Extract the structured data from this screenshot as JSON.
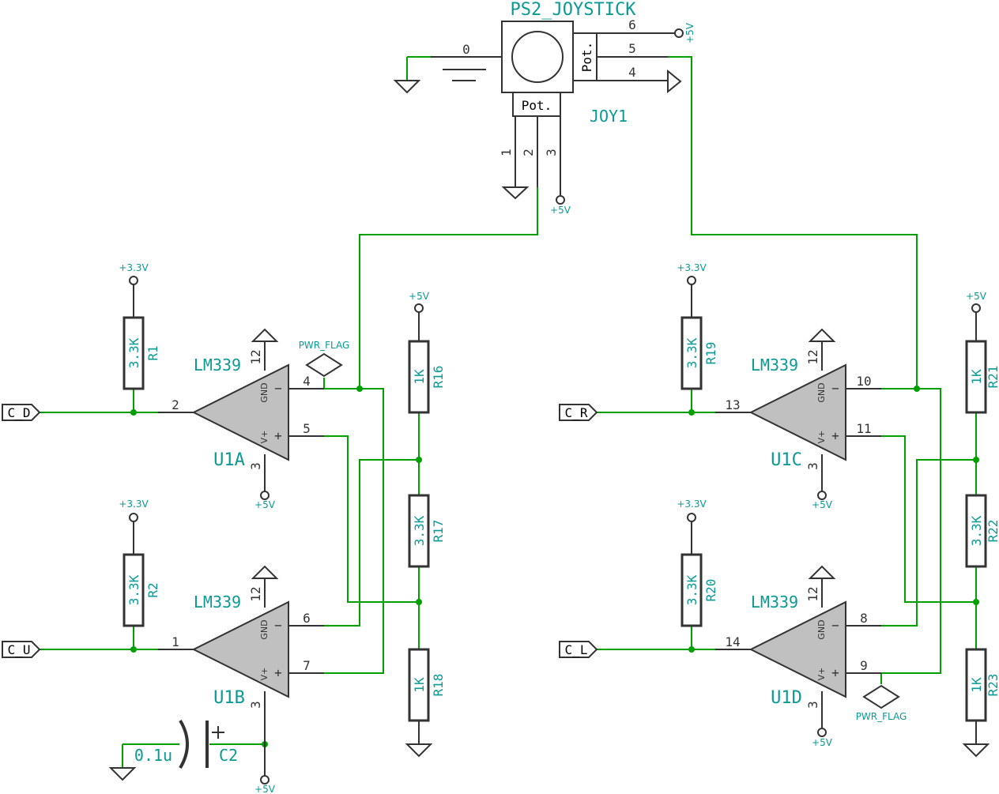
{
  "joystick": {
    "name": "PS2_JOYSTICK",
    "ref": "JOY1",
    "pot_label": "Pot.",
    "pins": {
      "p0": "0",
      "p1": "1",
      "p2": "2",
      "p3": "3",
      "p4": "4",
      "p5": "5",
      "p6": "6"
    }
  },
  "power": {
    "v5": "+5V",
    "v33": "+3.3V",
    "pwr_flag": "PWR_FLAG"
  },
  "resistors": {
    "R1": {
      "ref": "R1",
      "value": "3.3K"
    },
    "R2": {
      "ref": "R2",
      "value": "3.3K"
    },
    "R16": {
      "ref": "R16",
      "value": "1K"
    },
    "R17": {
      "ref": "R17",
      "value": "3.3K"
    },
    "R18": {
      "ref": "R18",
      "value": "1K"
    },
    "R19": {
      "ref": "R19",
      "value": "3.3K"
    },
    "R20": {
      "ref": "R20",
      "value": "3.3K"
    },
    "R21": {
      "ref": "R21",
      "value": "1K"
    },
    "R22": {
      "ref": "R22",
      "value": "3.3K"
    },
    "R23": {
      "ref": "R23",
      "value": "1K"
    }
  },
  "capacitor": {
    "ref": "C2",
    "value": "0.1u"
  },
  "opamps": {
    "U1A": {
      "ref": "U1A",
      "part": "LM339",
      "pin_in": "2",
      "pin_minus": "4",
      "pin_plus": "5",
      "pin_vcc": "12",
      "pin_gnd": "3"
    },
    "U1B": {
      "ref": "U1B",
      "part": "LM339",
      "pin_in": "1",
      "pin_minus": "6",
      "pin_plus": "7",
      "pin_vcc": "12",
      "pin_gnd": "3"
    },
    "U1C": {
      "ref": "U1C",
      "part": "LM339",
      "pin_in": "13",
      "pin_minus": "10",
      "pin_plus": "11",
      "pin_vcc": "12",
      "pin_gnd": "3"
    },
    "U1D": {
      "ref": "U1D",
      "part": "LM339",
      "pin_in": "14",
      "pin_minus": "8",
      "pin_plus": "9",
      "pin_vcc": "12",
      "pin_gnd": "3"
    }
  },
  "opamp_pin_labels": {
    "gnd": "GND",
    "vplus": "V+",
    "minus": "−",
    "plus": "+"
  },
  "nets": {
    "c_d": "C_D",
    "c_u": "C_U",
    "c_r": "C_R",
    "c_l": "C_L"
  }
}
